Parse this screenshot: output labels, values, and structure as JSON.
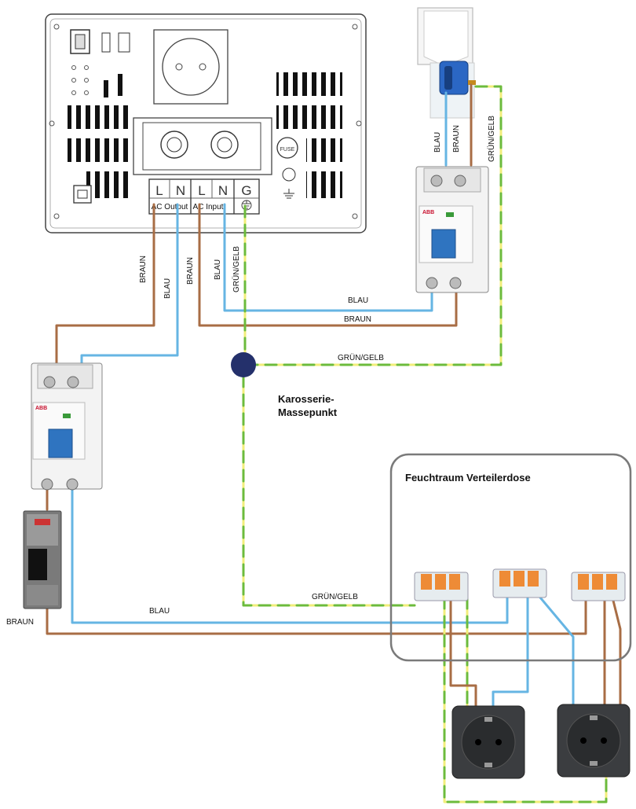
{
  "inverter": {
    "terminals": [
      "L",
      "N",
      "L",
      "N",
      "G"
    ],
    "ac_output_label": "AC Output",
    "ac_input_label": "AC Input",
    "fuse_label": "FUSE"
  },
  "wire_labels": {
    "braun": "BRAUN",
    "blau": "BLAU",
    "gruen_gelb": "GRÜN/GELB"
  },
  "rcd_brand": "ABB",
  "masse": {
    "line1": "Karosserie-",
    "line2": "Massepunkt"
  },
  "box_title": "Feuchtraum Verteilerdose",
  "colors": {
    "braun": "#a86d45",
    "blau": "#66b5e3",
    "gelb": "#f2ee7a",
    "gruen": "#6cbb3c",
    "masse": "#24306b",
    "wago_orange": "#ee8b36",
    "socket": "#3b3d40"
  }
}
